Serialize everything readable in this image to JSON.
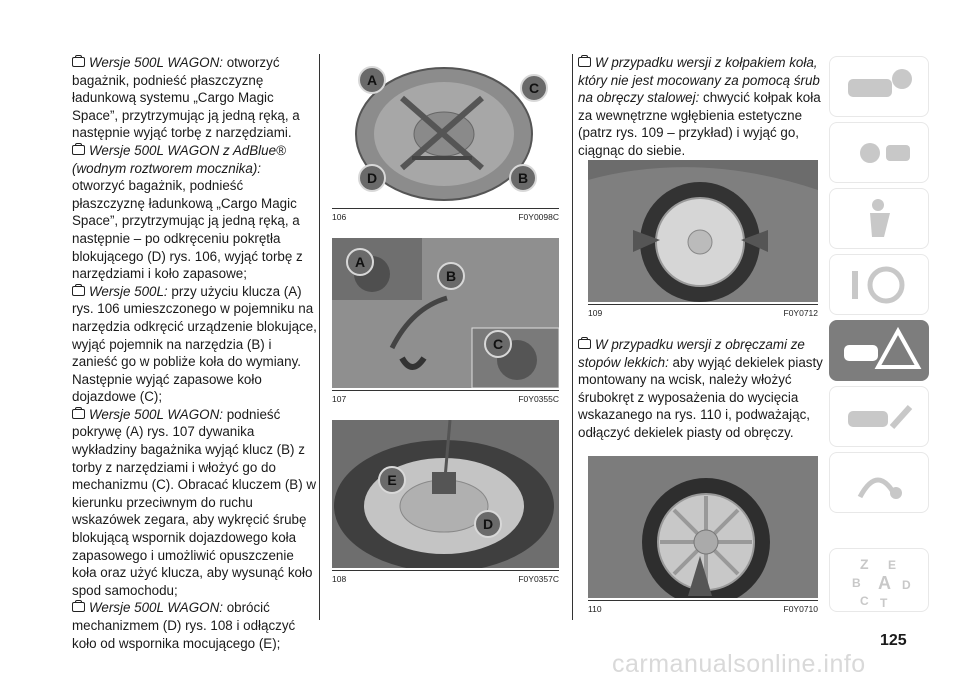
{
  "col1": [
    {
      "lead": "Wersje 500L WAGON:",
      "text": " otworzyć bagażnik, podnieść płaszczyznę ładunkową systemu „Cargo Magic Space”, przytrzymując ją jedną ręką, a następnie wyjąć torbę z narzędziami."
    },
    {
      "lead": "Wersje 500L WAGON z AdBlue® (wodnym roztworem mocznika):",
      "text": " otworzyć bagażnik, podnieść płaszczyznę ładunkową „Cargo Magic Space”, przytrzymując ją jedną ręką, a następnie – po odkręceniu pokrętła blokującego (D) rys. 106, wyjąć torbę z narzędziami i koło zapasowe;"
    },
    {
      "lead": "Wersje 500L:",
      "text": " przy użyciu klucza (A) rys. 106 umieszczonego w pojemniku na narzędzia odkręcić urządzenie blokujące, wyjąć pojemnik na narzędzia (B) i zanieść go w pobliże koła do wymiany. Następnie wyjąć zapasowe koło dojazdowe (C);"
    },
    {
      "lead": "Wersje 500L WAGON:",
      "text": " podnieść pokrywę (A) rys. 107 dywanika wykładziny bagażnika wyjąć klucz (B) z torby z narzędziami i włożyć go do mechanizmu (C). Obracać kluczem (B) w kierunku przeciwnym do ruchu wskazówek zegara, aby wykręcić śrubę blokującą wspornik dojazdowego koła zapasowego i umożliwić opuszczenie koła oraz użyć klucza, aby wysunąć koło spod samochodu;"
    },
    {
      "lead": "Wersje 500L WAGON:",
      "text": " obrócić mechanizmem (D) rys. 108 i odłączyć koło od wspornika mocującego (E);"
    }
  ],
  "col3": [
    {
      "lead": "W przypadku wersji z kołpakiem koła, który nie jest mocowany za pomocą śrub na obręczy stalowej:",
      "text": " chwycić kołpak koła za wewnętrzne wgłębienia estetyczne (patrz rys. 109 – przykład) i wyjąć go, ciągnąc do siebie."
    },
    {
      "lead": "W przypadku wersji z obręczami ze stopów lekkich:",
      "text": " aby wyjąć dekielek piasty montowany na wcisk, należy włożyć śrubokręt z wyposażenia do wycięcia wskazanego na rys. 110 i, podważając, odłączyć dekielek piasty od obręczy."
    }
  ],
  "figures": {
    "f106": {
      "num": "106",
      "code": "F0Y0098C",
      "labels": [
        "A",
        "C",
        "D",
        "B"
      ]
    },
    "f107": {
      "num": "107",
      "code": "F0Y0355C",
      "labels": [
        "A",
        "B",
        "C"
      ]
    },
    "f108": {
      "num": "108",
      "code": "F0Y0357C",
      "labels": [
        "E",
        "D"
      ]
    },
    "f109": {
      "num": "109",
      "code": "F0Y0712"
    },
    "f110": {
      "num": "110",
      "code": "F0Y0710"
    }
  },
  "sidebar": {
    "tabs": [
      "dashboard-info",
      "lights",
      "safety",
      "starting-driving",
      "in-an-emergency",
      "maintenance",
      "multimedia",
      "index"
    ],
    "active": "in-an-emergency",
    "index_letters": [
      "Z",
      "E",
      "B",
      "A",
      "D",
      "C",
      "T"
    ]
  },
  "page_number": "125",
  "watermark": "carmanualsonline.info",
  "colors": {
    "text": "#1a1a1a",
    "tab_active": "#7d7d7d",
    "tab_icon": "#c8c8c8",
    "arrow": "#555555"
  }
}
